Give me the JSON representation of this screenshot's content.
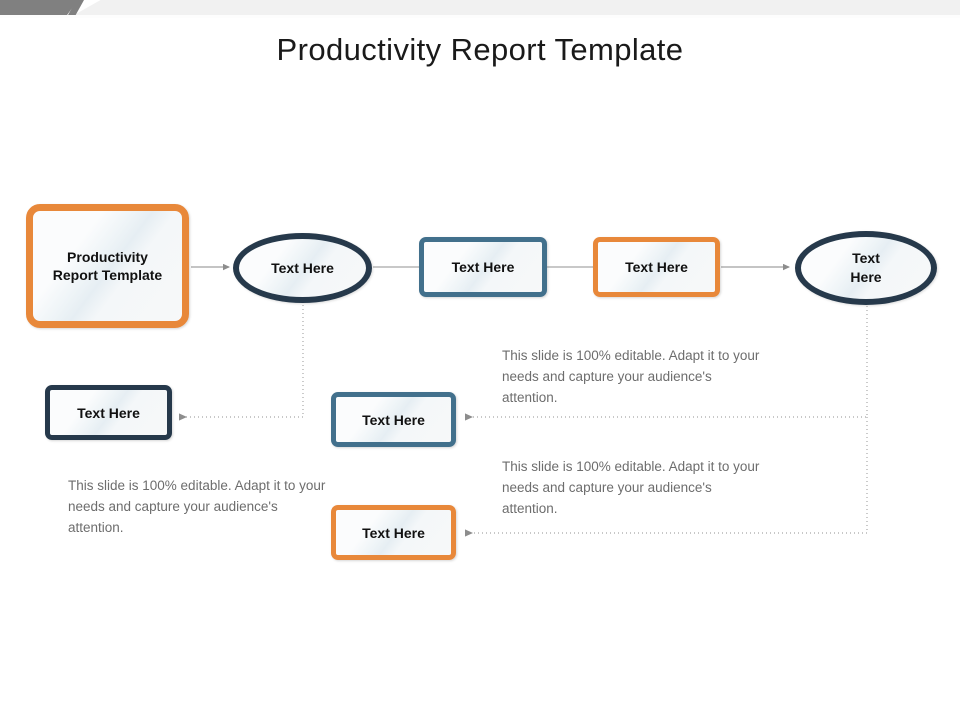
{
  "slide": {
    "title": "Productivity Report Template",
    "decoration": {
      "accent_gray": "#808080",
      "bar_light": "#f1f1f1"
    }
  },
  "palette": {
    "orange": "#e8883a",
    "steel_blue": "#42708c",
    "navy": "#26394b",
    "connector_gray": "#9a9a9a",
    "body_text_gray": "#6d6d6d",
    "node_fill": "#f5f8fa"
  },
  "nodes": {
    "root": {
      "label": "Productivity\nReport Template",
      "shape": "rounded-rect",
      "color": "orange"
    },
    "ellipse_1": {
      "label": "Text Here",
      "shape": "ellipse",
      "color": "navy"
    },
    "rect_1": {
      "label": "Text Here",
      "shape": "rounded-rect",
      "color": "steel_blue"
    },
    "rect_2": {
      "label": "Text Here",
      "shape": "rounded-rect",
      "color": "orange"
    },
    "ellipse_2": {
      "label": "Text\nHere",
      "shape": "ellipse",
      "color": "navy"
    },
    "rect_3": {
      "label": "Text Here",
      "shape": "rounded-rect",
      "color": "navy"
    },
    "rect_4": {
      "label": "Text Here",
      "shape": "rounded-rect",
      "color": "steel_blue"
    },
    "rect_5": {
      "label": "Text Here",
      "shape": "rounded-rect",
      "color": "orange"
    }
  },
  "paragraphs": {
    "top_right": "This slide is 100% editable.  Adapt it to your needs and capture your audience's attention.",
    "mid_right": "This slide is 100% editable.  Adapt it to your needs and capture your audience's attention.",
    "left": "This slide is 100% editable.  Adapt it to your needs and capture your audience's attention."
  },
  "connectors": [
    {
      "name": "root-to-ellipse1",
      "style": "solid",
      "arrow": true
    },
    {
      "name": "ellipse1-to-rect1",
      "style": "solid",
      "arrow": false
    },
    {
      "name": "rect1-to-rect2",
      "style": "solid",
      "arrow": false
    },
    {
      "name": "rect2-to-ellipse2",
      "style": "solid",
      "arrow": true
    },
    {
      "name": "ellipse1-down-to-rect3",
      "style": "dotted",
      "arrow": true
    },
    {
      "name": "ellipse2-down-to-rect4",
      "style": "dotted",
      "arrow": true
    },
    {
      "name": "ellipse2-down-to-rect5",
      "style": "dotted",
      "arrow": true
    }
  ]
}
